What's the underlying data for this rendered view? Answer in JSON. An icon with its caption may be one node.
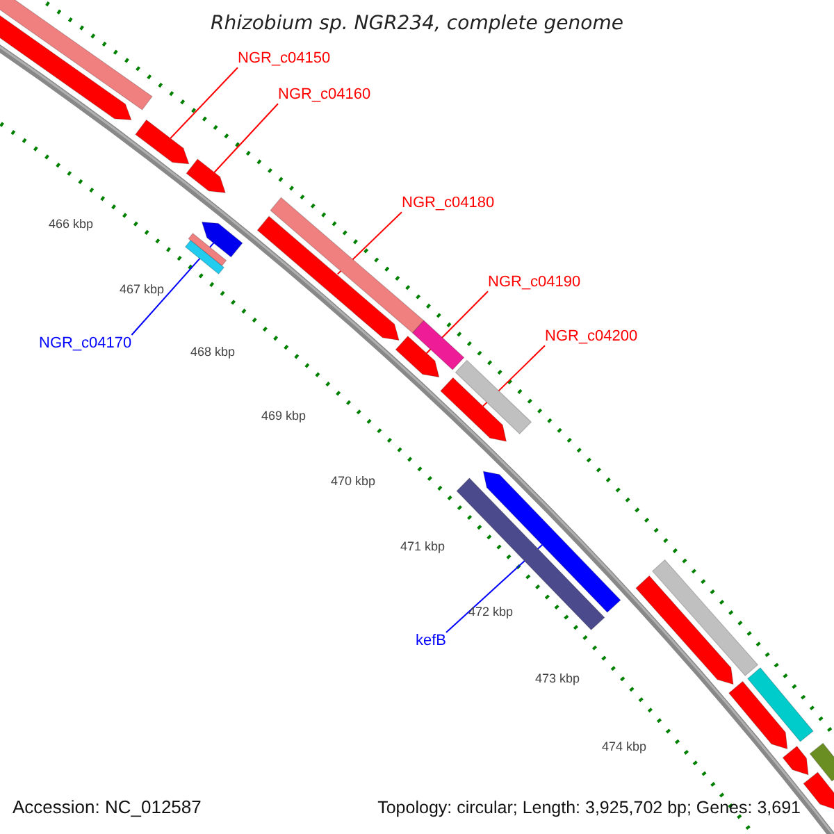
{
  "diagram": {
    "title": "Rhizobium sp. NGR234, complete genome",
    "nodes": [
      {
        "text": [
          "NGR_c04150"
        ]
      },
      {
        "text": [],
        "shape": "arrow"
      },
      {
        "text": [
          "NGR_c04160"
        ]
      },
      {
        "text": [],
        "shape": "arrow"
      },
      {
        "text": [
          "NGR_c04180"
        ]
      },
      {
        "text": [],
        "shape": "arrow"
      },
      {
        "text": [
          "NGR_c04190"
        ]
      },
      {
        "text": [],
        "shape": "arrow"
      },
      {
        "text": [
          "NGR_c04200"
        ]
      },
      {
        "text": [],
        "shape": "arrow"
      },
      {
        "text": [
          "NGR_c04170"
        ]
      },
      {
        "text": [],
        "shape": "arrow"
      },
      {
        "text": [
          "kefB"
        ]
      },
      {
        "text": [],
        "shape": "arrow"
      },
      {
        "text": [],
        "shape": "bar"
      },
      {
        "text": [],
        "shape": "arrow"
      },
      {
        "text": [],
        "shape": "bar"
      },
      {
        "text": [],
        "shape": "bar"
      },
      {
        "text": [],
        "shape": "bar"
      },
      {
        "text": [],
        "shape": "bar"
      },
      {
        "text": [],
        "shape": "bar"
      },
      {
        "text": [],
        "shape": "bar"
      },
      {
        "text": [],
        "shape": "arrow"
      },
      {
        "text": [],
        "shape": "bar"
      },
      {
        "text": [],
        "shape": "bar"
      },
      {
        "text": [],
        "shape": "arrow"
      },
      {
        "text": [],
        "shape": "bar"
      },
      {
        "text": [],
        "shape": "arrow"
      },
      {
        "text": [],
        "shape": "arrow"
      }
    ],
    "edges": [
      {
        "from": 0,
        "to": 1,
        "arrow": "none"
      },
      {
        "from": 2,
        "to": 3,
        "arrow": "none"
      },
      {
        "from": 4,
        "to": 5,
        "arrow": "none"
      },
      {
        "from": 6,
        "to": 7,
        "arrow": "none"
      },
      {
        "from": 8,
        "to": 9,
        "arrow": "none"
      },
      {
        "from": 10,
        "to": 11,
        "arrow": "none",
        "color": "#0000ff"
      },
      {
        "from": 12,
        "to": 13,
        "arrow": "none",
        "color": "#0000ff"
      }
    ],
    "labels": [
      "466 kbp",
      "467 kbp",
      "468 kbp",
      "469 kbp",
      "470 kbp",
      "471 kbp",
      "472 kbp",
      "473 kbp",
      "474 kbp",
      "Accession: NC_012587",
      "Topology: circular; Length: 3,925,702 bp; Genes: 3,691"
    ]
  }
}
